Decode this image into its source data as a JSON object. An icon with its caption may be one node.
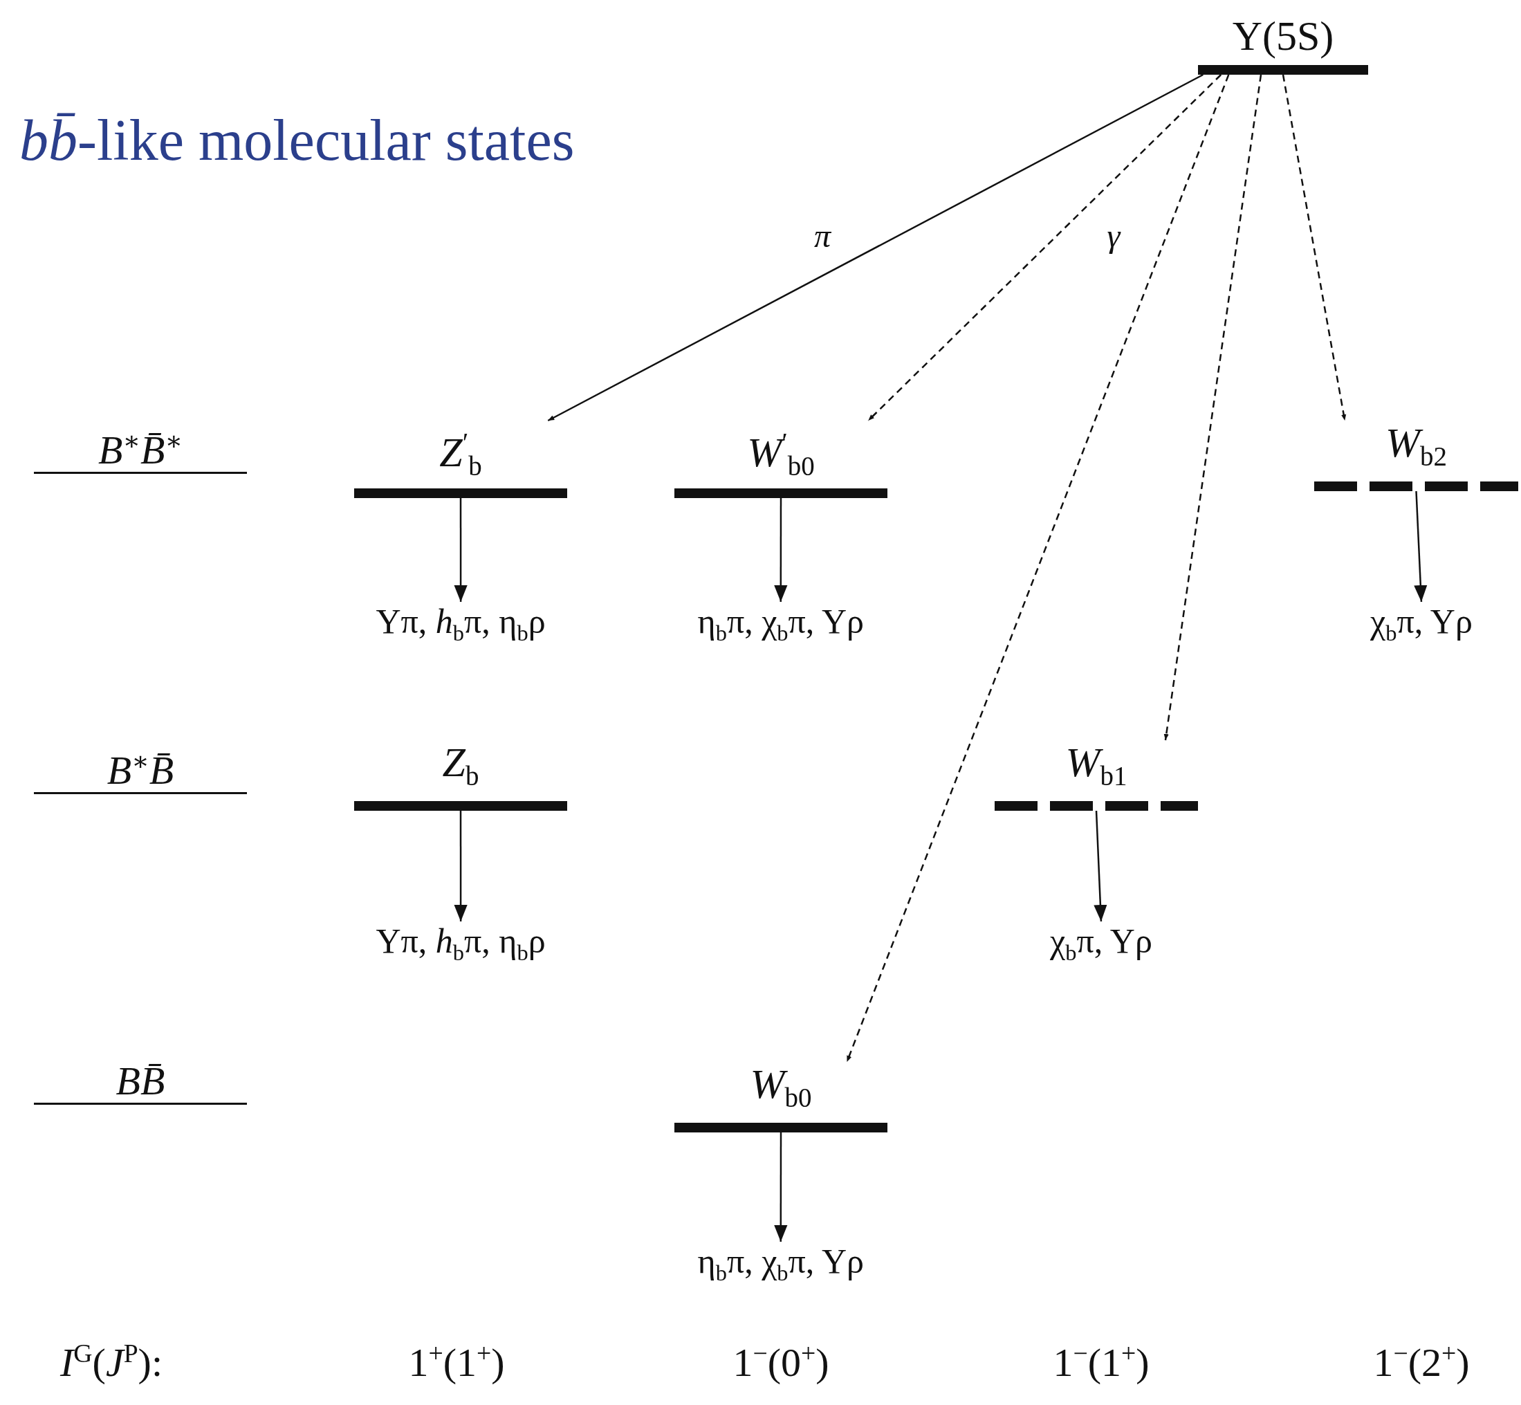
{
  "diagram": {
    "title": "*bb̄*-like molecular states",
    "nodes": [
      {
        "text": [
          "Υ(5S)"
        ]
      },
      {
        "text": [
          "*Z*$^{′}$$_{b}$"
        ]
      },
      {
        "text": [
          "*W*$^{′}$$_{b0}$"
        ]
      },
      {
        "text": [
          "*W*$_{b2}$"
        ]
      },
      {
        "text": [
          "*Z*$_{b}$"
        ]
      },
      {
        "text": [
          "*W*$_{b1}$"
        ]
      },
      {
        "text": [
          "*W*$_{b0}$"
        ]
      },
      {
        "text": [
          "Υπ, *h*$_{b}$π, η$_{b}$ρ"
        ]
      },
      {
        "text": [
          "η$_{b}$π, χ$_{b}$π, Υρ"
        ]
      },
      {
        "text": [
          "χ$_{b}$π, Υρ"
        ]
      },
      {
        "text": [
          "Υπ, *h*$_{b}$π, η$_{b}$ρ"
        ]
      },
      {
        "text": [
          "χ$_{b}$π, Υρ"
        ]
      },
      {
        "text": [
          "η$_{b}$π, χ$_{b}$π, Υρ"
        ]
      }
    ],
    "edges": [
      {
        "from": 0,
        "to": 1,
        "arrow": "to",
        "label": "π"
      },
      {
        "from": 0,
        "to": 2,
        "arrow": "to",
        "label": "γ",
        "style": "dashed"
      },
      {
        "from": 0,
        "to": 6,
        "arrow": "to",
        "style": "dashed"
      },
      {
        "from": 0,
        "to": 5,
        "arrow": "to",
        "style": "dashed"
      },
      {
        "from": 0,
        "to": 3,
        "arrow": "to",
        "style": "dashed"
      },
      {
        "from": 1,
        "to": 7,
        "arrow": "to"
      },
      {
        "from": 2,
        "to": 8,
        "arrow": "to"
      },
      {
        "from": 3,
        "to": 9,
        "arrow": "to"
      },
      {
        "from": 4,
        "to": 10,
        "arrow": "to"
      },
      {
        "from": 5,
        "to": 11,
        "arrow": "to"
      },
      {
        "from": 6,
        "to": 12,
        "arrow": "to"
      }
    ],
    "labels": [
      "*B*$^{∗}$*B̄*$^{∗}$",
      "*B*$^{∗}$*B̄*",
      "*BB̄*",
      "*I*$^{G}$(*J*$^{P}$):",
      "1$^{+}$(1$^{+}$)",
      "1$^{−}$(0$^{+}$)",
      "1$^{−}$(1$^{+}$)",
      "1$^{−}$(2$^{+}$)"
    ]
  }
}
